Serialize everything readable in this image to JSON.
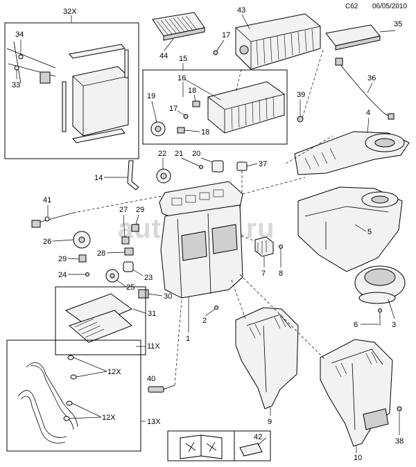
{
  "header": {
    "code": "C62",
    "date": "06/05/2010"
  },
  "watermark": "autoklad.ru",
  "callouts": {
    "c32x": "32X",
    "c34": "34",
    "c33": "33",
    "c44": "44",
    "c43": "43",
    "c17a": "17",
    "c15": "15",
    "c16": "16",
    "c18a": "18",
    "c19": "19",
    "c17b": "17",
    "c18b": "18",
    "c35": "35",
    "c36": "36",
    "c4": "4",
    "c39": "39",
    "c22": "22",
    "c21": "21",
    "c20": "20",
    "c37": "37",
    "c14": "14",
    "c41": "41",
    "c27": "27",
    "c29a": "29",
    "c26": "26",
    "c28": "28",
    "c29b": "29",
    "c24": "24",
    "c23": "23",
    "c25": "25",
    "c30": "30",
    "c31": "31",
    "c2": "2",
    "c1": "1",
    "c5": "5",
    "c7": "7",
    "c8": "8",
    "c6": "6",
    "c3": "3",
    "c11x": "11X",
    "c12xa": "12X",
    "c40": "40",
    "c12xb": "12X",
    "c13x": "13X",
    "c9": "9",
    "c10": "10",
    "c38": "38",
    "c42": "42"
  },
  "icons": {
    "manual": "service-manual-icon",
    "lubricant": "oil-can-icon"
  }
}
